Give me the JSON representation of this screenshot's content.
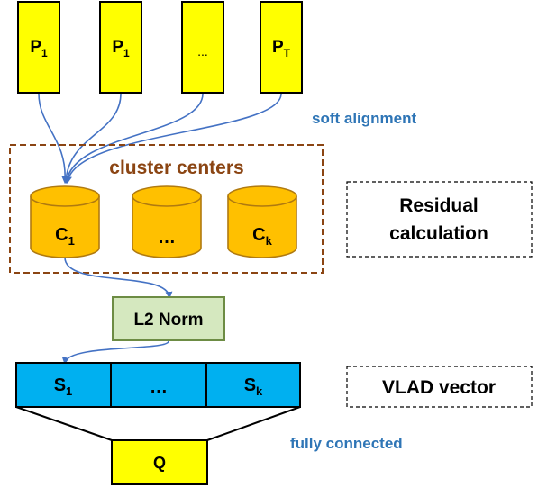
{
  "inputs": [
    {
      "base": "P",
      "sub": "1"
    },
    {
      "base": "P",
      "sub": "1"
    },
    {
      "base": "...",
      "sub": ""
    },
    {
      "base": "P",
      "sub": "T"
    }
  ],
  "soft_alignment_label": "soft alignment",
  "cluster_centers_label": "cluster centers",
  "centers": [
    {
      "base": "C",
      "sub": "1"
    },
    {
      "base": "…",
      "sub": ""
    },
    {
      "base": "C",
      "sub": "k"
    }
  ],
  "residual_label_line1": "Residual",
  "residual_label_line2": "calculation",
  "l2_norm_label": "L2 Norm",
  "vlad_cells": [
    {
      "base": "S",
      "sub": "1"
    },
    {
      "base": "…",
      "sub": ""
    },
    {
      "base": "S",
      "sub": "k"
    }
  ],
  "vlad_vector_label": "VLAD vector",
  "fully_connected_label": "fully connected",
  "output_label": "Q",
  "colors": {
    "input_fill": "#ffff00",
    "center_fill": "#ffc000",
    "center_stroke": "#b07a10",
    "norm_fill": "#d5e8bf",
    "norm_stroke": "#6d8c44",
    "vlad_fill": "#00b0f0",
    "arrow": "#4472c4",
    "blue_text": "#2e75b6",
    "brown": "#8b4513"
  }
}
